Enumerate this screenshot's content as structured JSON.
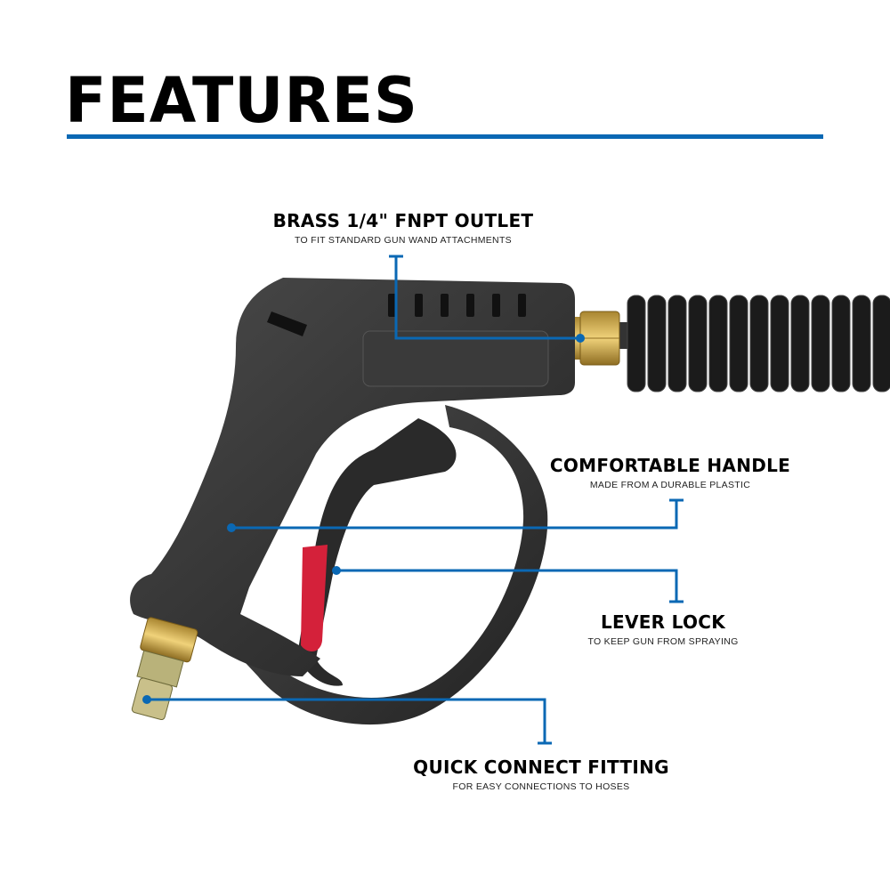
{
  "title": "FEATURES",
  "colors": {
    "accent": "#0a68b4",
    "gun_body": "#2c2c2c",
    "lever": "#d4213a",
    "brass": "#c9a64a",
    "hose": "#1b1b1b"
  },
  "callouts": [
    {
      "title": "BRASS 1/4\" FNPT OUTLET",
      "subtitle": "TO FIT STANDARD GUN WAND ATTACHMENTS"
    },
    {
      "title": "COMFORTABLE HANDLE",
      "subtitle": "MADE FROM A DURABLE PLASTIC"
    },
    {
      "title": "LEVER LOCK",
      "subtitle": "TO KEEP GUN FROM SPRAYING"
    },
    {
      "title": "QUICK CONNECT FITTING",
      "subtitle": "FOR EASY CONNECTIONS TO HOSES"
    }
  ]
}
